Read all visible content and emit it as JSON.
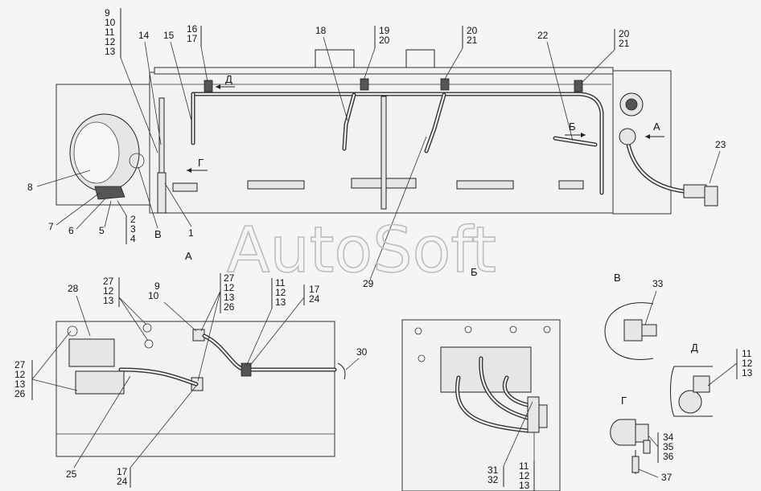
{
  "watermark": "AutoSoft",
  "views": {
    "A": "А",
    "B": "Б",
    "V": "В",
    "G": "Г",
    "D": "Д"
  },
  "main_view": {
    "callouts": [
      "9",
      "10",
      "11",
      "12",
      "13",
      "14",
      "15",
      "16",
      "17",
      "18",
      "19",
      "20",
      "20",
      "21",
      "22",
      "20",
      "21",
      "23",
      "8",
      "7",
      "6",
      "5",
      "2",
      "3",
      "4",
      "В",
      "1",
      "Г",
      "Д",
      "Б",
      "А",
      "29"
    ]
  },
  "labels": {
    "g1": [
      "9",
      "10",
      "11",
      "12",
      "13"
    ],
    "c14": "14",
    "c15": "15",
    "g16": [
      "16",
      "17"
    ],
    "c18": "18",
    "g19": [
      "19",
      "20"
    ],
    "g20a": [
      "20",
      "21"
    ],
    "c22": "22",
    "g20b": [
      "20",
      "21"
    ],
    "c23": "23",
    "c8": "8",
    "c7": "7",
    "c6": "6",
    "c5": "5",
    "g2": [
      "2",
      "3",
      "4"
    ],
    "cV": "В",
    "c1": "1",
    "arrowG": "Г",
    "arrowD": "Д",
    "arrowB": "Б",
    "arrowA": "А",
    "c29": "29",
    "viewA": "А",
    "viewB": "Б",
    "viewV": "В",
    "viewG": "Г",
    "viewD": "Д",
    "c28": "28",
    "g27a": [
      "27",
      "12",
      "13"
    ],
    "g9b": [
      "9",
      "10"
    ],
    "g27b": [
      "27",
      "12",
      "13",
      "26"
    ],
    "g11a": [
      "11",
      "12",
      "13"
    ],
    "g17a": [
      "17",
      "24"
    ],
    "g27c": [
      "27",
      "12",
      "13",
      "26"
    ],
    "c30": "30",
    "c25": "25",
    "g17b": [
      "17",
      "24"
    ],
    "g31": [
      "31",
      "32"
    ],
    "g11b": [
      "11",
      "12",
      "13"
    ],
    "c33": "33",
    "g11c": [
      "11",
      "12",
      "13"
    ],
    "g34": [
      "34",
      "35",
      "36"
    ],
    "c37": "37"
  }
}
